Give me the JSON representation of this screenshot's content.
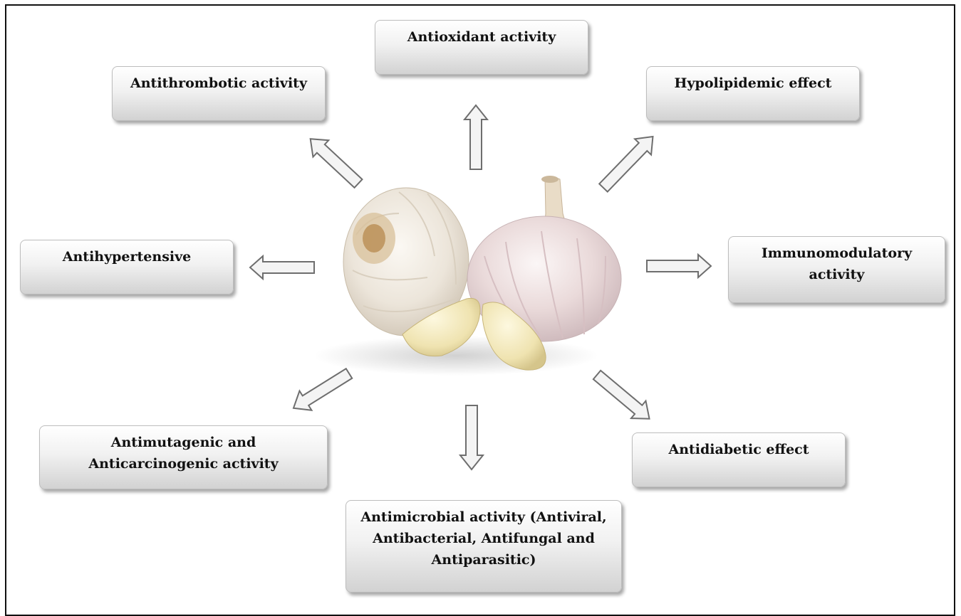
{
  "diagram": {
    "center_image": "garlic-bulbs-and-cloves",
    "effects": {
      "antioxidant": "Antioxidant activity",
      "antithrombotic": "Antithrombotic activity",
      "hypolipidemic": "Hypolipidemic effect",
      "antihypertensive": "Antihypertensive",
      "immunomodulatory": "Immunomodulatory activity",
      "antimutagenic": "Antimutagenic and Anticarcinogenic activity",
      "antidiabetic": "Antidiabetic effect",
      "antimicrobial": "Antimicrobial activity (Antiviral, Antibacterial, Antifungal and Antiparasitic)"
    },
    "colors": {
      "box_top": "#ffffff",
      "box_bottom": "#d2d2d2",
      "arrow_fill": "#f4f4f4",
      "arrow_stroke": "#6e6e6e",
      "text": "#111111"
    }
  }
}
